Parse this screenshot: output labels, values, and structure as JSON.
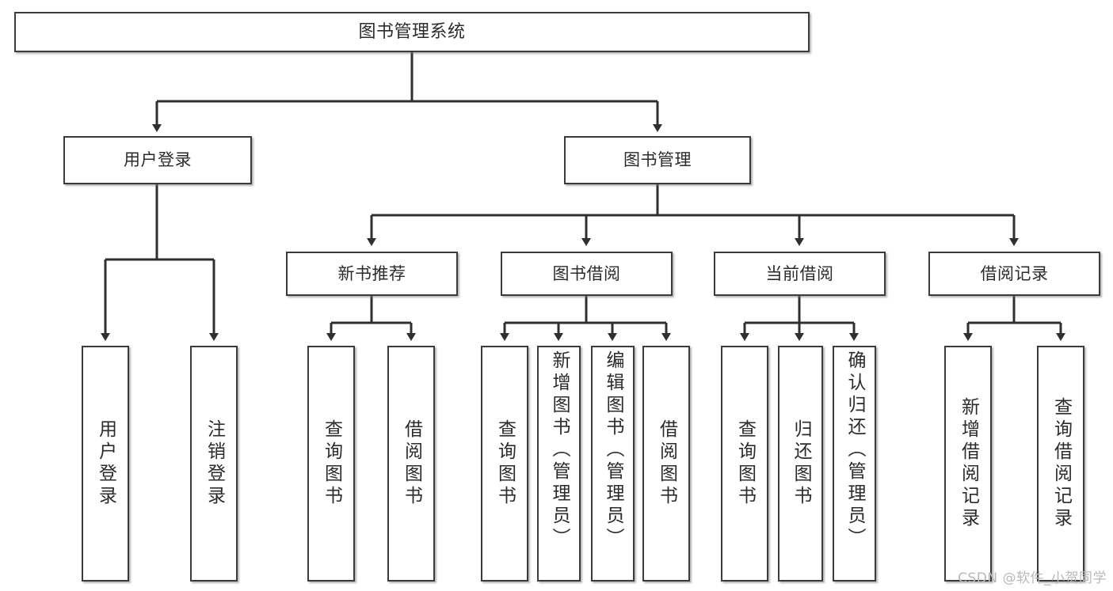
{
  "diagram": {
    "title": "图书管理系统",
    "type": "功能结构图",
    "watermark": "CSDN @软件_小贺同学",
    "colors": {
      "background": "#ffffff",
      "box_border": "#3b3b3b",
      "box_fill": "#ffffff",
      "text": "#2b2b2b",
      "connector": "#2f2f2f",
      "watermark": "#b9b9b9"
    },
    "root": {
      "label": "图书管理系统"
    },
    "level1": [
      {
        "label": "用户登录"
      },
      {
        "label": "图书管理"
      }
    ],
    "level2": [
      {
        "label": "新书推荐"
      },
      {
        "label": "图书借阅"
      },
      {
        "label": "当前借阅"
      },
      {
        "label": "借阅记录"
      }
    ],
    "leaves": {
      "user_login": [
        {
          "label": "用户登录"
        },
        {
          "label": "注销登录"
        }
      ],
      "new_book": [
        {
          "label": "查询图书"
        },
        {
          "label": "借阅图书"
        }
      ],
      "book_borrow": [
        {
          "label": "查询图书"
        },
        {
          "label": "新增图书（管理员）"
        },
        {
          "label": "编辑图书（管理员）"
        },
        {
          "label": "借阅图书"
        }
      ],
      "current_borrow": [
        {
          "label": "查询图书"
        },
        {
          "label": "归还图书"
        },
        {
          "label": "确认归还（管理员）"
        }
      ],
      "borrow_record": [
        {
          "label": "新增借阅记录"
        },
        {
          "label": "查询借阅记录"
        }
      ]
    }
  }
}
